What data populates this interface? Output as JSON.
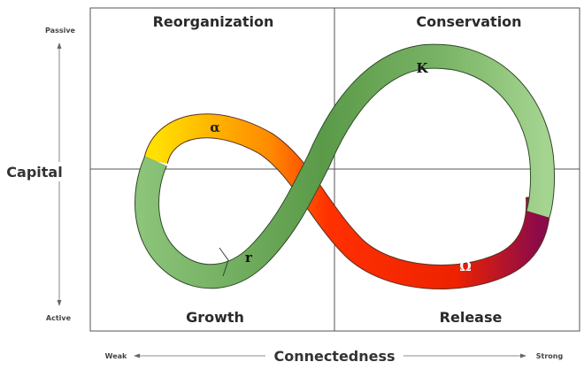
{
  "quadrants": {
    "top_left": "Reorganization",
    "top_right": "Conservation",
    "bottom_left": "Growth",
    "bottom_right": "Release"
  },
  "y_axis": {
    "title": "Capital",
    "top": "Passive",
    "bottom": "Active"
  },
  "x_axis": {
    "title": "Connectedness",
    "left": "Weak",
    "right": "Strong"
  },
  "phases": {
    "alpha": "α",
    "k": "K",
    "r": "r",
    "omega": "Ω"
  },
  "colors": {
    "green_light": "#9ccf88",
    "green_dark": "#5a9a48",
    "yellow": "#ffe000",
    "orange": "#ff8a00",
    "red": "#ff2a00",
    "dark_magenta": "#8a0a4a"
  }
}
